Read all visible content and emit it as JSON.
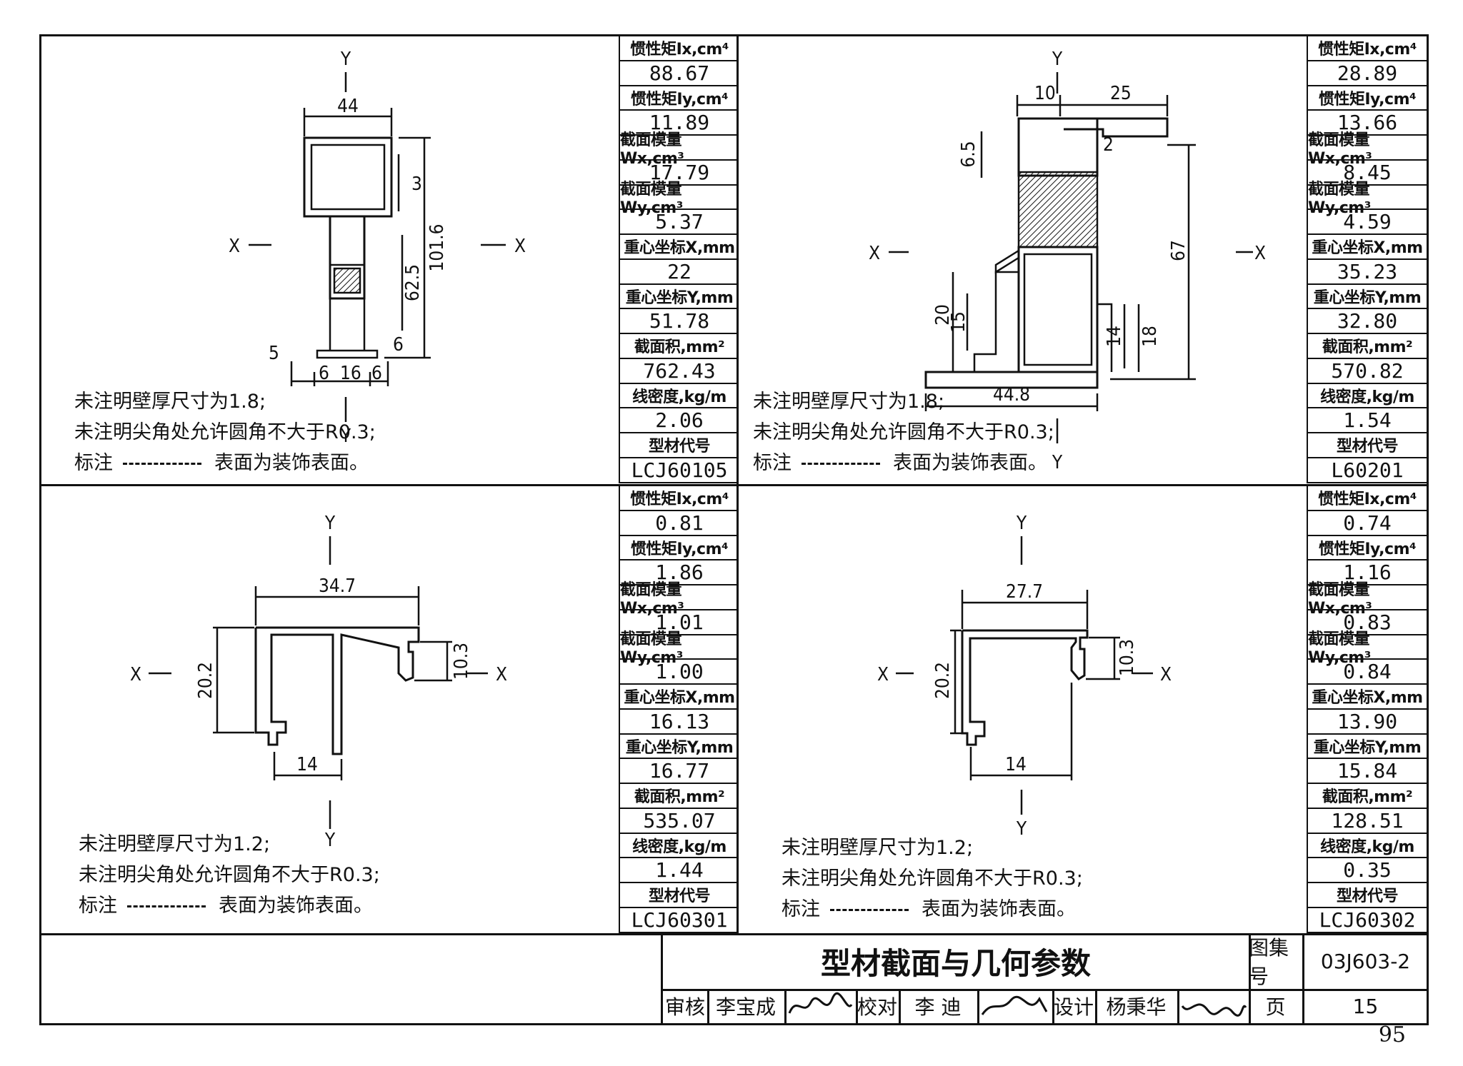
{
  "panels": [
    {
      "id": "lcj60105",
      "params": [
        {
          "label": "惯性矩Ix,cm⁴",
          "value": "88.67"
        },
        {
          "label": "惯性矩Iy,cm⁴",
          "value": "11.89"
        },
        {
          "label": "截面模量Wx,cm³",
          "value": "17.79"
        },
        {
          "label": "截面模量Wy,cm³",
          "value": "5.37"
        },
        {
          "label": "重心坐标X,mm",
          "value": "22"
        },
        {
          "label": "重心坐标Y,mm",
          "value": "51.78"
        },
        {
          "label": "截面积,mm²",
          "value": "762.43"
        },
        {
          "label": "线密度,kg/m",
          "value": "2.06"
        },
        {
          "label": "型材代号",
          "value": "LCJ60105"
        }
      ],
      "notes": [
        "未注明壁厚尺寸为1.8;",
        "未注明尖角处允许圆角不大于R0.3;",
        "标注",
        "表面为装饰表面。"
      ],
      "dims": {
        "w": "44",
        "h_total": "101.6",
        "h_lower": "62.5",
        "d3": "3",
        "d5": "5",
        "d6a": "6",
        "d16": "16",
        "d6b": "6",
        "d6c": "6"
      }
    },
    {
      "id": "l60201",
      "params": [
        {
          "label": "惯性矩Ix,cm⁴",
          "value": "28.89"
        },
        {
          "label": "惯性矩Iy,cm⁴",
          "value": "13.66"
        },
        {
          "label": "截面模量Wx,cm³",
          "value": "8.45"
        },
        {
          "label": "截面模量Wy,cm³",
          "value": "4.59"
        },
        {
          "label": "重心坐标X,mm",
          "value": "35.23"
        },
        {
          "label": "重心坐标Y,mm",
          "value": "32.80"
        },
        {
          "label": "截面积,mm²",
          "value": "570.82"
        },
        {
          "label": "线密度,kg/m",
          "value": "1.54"
        },
        {
          "label": "型材代号",
          "value": "L60201"
        }
      ],
      "notes": [
        "未注明壁厚尺寸为1.8;",
        "未注明尖角处允许圆角不大于R0.3;",
        "标注",
        "表面为装饰表面。"
      ],
      "dims": {
        "d10": "10",
        "d25": "25",
        "d6_5": "6.5",
        "d2": "2",
        "d67": "67",
        "d20": "20",
        "d15": "15",
        "d14": "14",
        "d18": "18",
        "w": "44.8"
      }
    },
    {
      "id": "lcj60301",
      "params": [
        {
          "label": "惯性矩Ix,cm⁴",
          "value": "0.81"
        },
        {
          "label": "惯性矩Iy,cm⁴",
          "value": "1.86"
        },
        {
          "label": "截面模量Wx,cm³",
          "value": "1.01"
        },
        {
          "label": "截面模量Wy,cm³",
          "value": "1.00"
        },
        {
          "label": "重心坐标X,mm",
          "value": "16.13"
        },
        {
          "label": "重心坐标Y,mm",
          "value": "16.77"
        },
        {
          "label": "截面积,mm²",
          "value": "535.07"
        },
        {
          "label": "线密度,kg/m",
          "value": "1.44"
        },
        {
          "label": "型材代号",
          "value": "LCJ60301"
        }
      ],
      "notes": [
        "未注明壁厚尺寸为1.2;",
        "未注明尖角处允许圆角不大于R0.3;",
        "标注",
        "表面为装饰表面。"
      ],
      "dims": {
        "w": "34.7",
        "h": "20.2",
        "d10_3": "10.3",
        "d14": "14"
      }
    },
    {
      "id": "lcj60302",
      "params": [
        {
          "label": "惯性矩Ix,cm⁴",
          "value": "0.74"
        },
        {
          "label": "惯性矩Iy,cm⁴",
          "value": "1.16"
        },
        {
          "label": "截面模量Wx,cm³",
          "value": "0.83"
        },
        {
          "label": "截面模量Wy,cm³",
          "value": "0.84"
        },
        {
          "label": "重心坐标X,mm",
          "value": "13.90"
        },
        {
          "label": "重心坐标Y,mm",
          "value": "15.84"
        },
        {
          "label": "截面积,mm²",
          "value": "128.51"
        },
        {
          "label": "线密度,kg/m",
          "value": "0.35"
        },
        {
          "label": "型材代号",
          "value": "LCJ60302"
        }
      ],
      "notes": [
        "未注明壁厚尺寸为1.2;",
        "未注明尖角处允许圆角不大于R0.3;",
        "标注",
        "表面为装饰表面。"
      ],
      "dims": {
        "w": "27.7",
        "h": "20.2",
        "d10_3": "10.3",
        "d14": "14"
      }
    }
  ],
  "axis": {
    "x": "X",
    "y": "Y"
  },
  "title_block": {
    "title": "型材截面与几何参数",
    "atlas_label": "图集号",
    "atlas_no": "03J603-2",
    "review_label": "审核",
    "reviewer": "李宝成",
    "check_label": "校对",
    "checker": "李 迪",
    "design_label": "设计",
    "designer": "杨秉华",
    "page_label": "页",
    "page_no": "15"
  },
  "page_number": "95"
}
